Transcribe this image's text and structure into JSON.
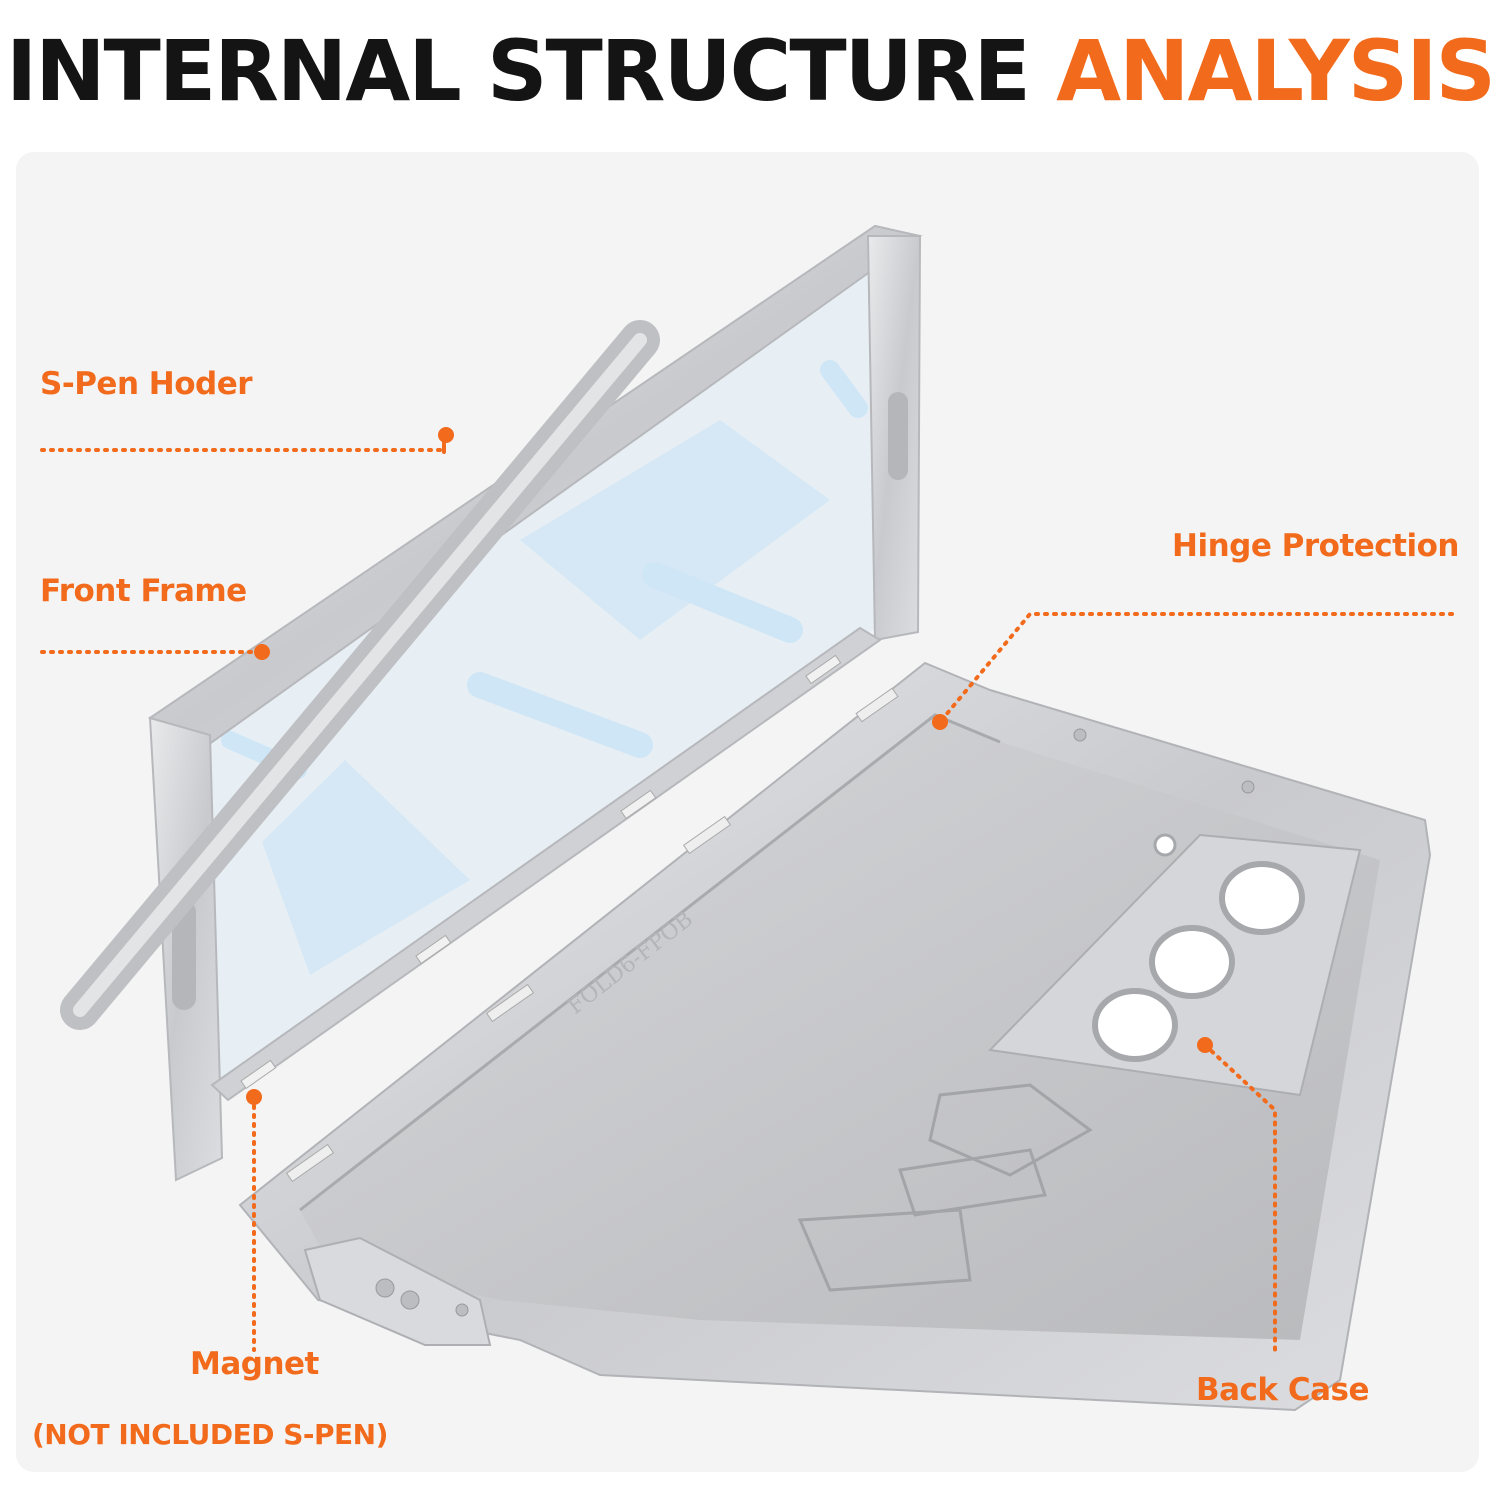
{
  "header": {
    "title_main": "INTERNAL STRUCTURE",
    "title_accent": "ANALYSIS",
    "accent_color": "#f26a1b"
  },
  "callouts": {
    "s_pen_holder": "S-Pen Hoder",
    "front_frame": "Front Frame",
    "hinge_protection": "Hinge Protection",
    "magnet": "Magnet",
    "back_case": "Back Case",
    "note": "(NOT INCLUDED S-PEN)"
  },
  "product": {
    "engraving": "FOLD6-FPOB",
    "material_color": "#cfd0d3",
    "glass_tint": "#cfe6f7"
  }
}
